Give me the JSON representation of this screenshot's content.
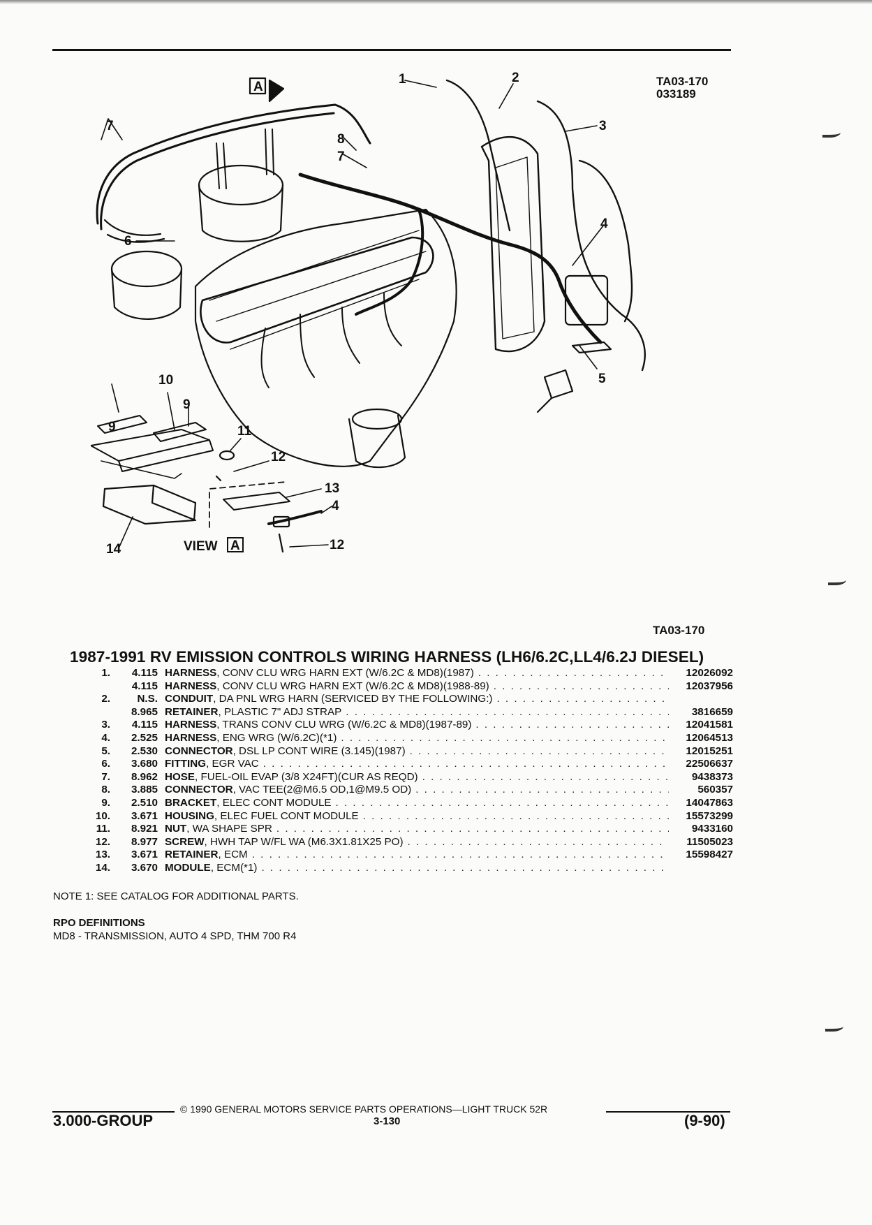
{
  "figure": {
    "ref_code": "TA03-170",
    "ref_date": "033189",
    "bottom_ref": "TA03-170",
    "view_label": "VIEW",
    "view_letter": "A",
    "arrow_letter": "A"
  },
  "callouts": [
    "1",
    "2",
    "3",
    "4",
    "5",
    "6",
    "7",
    "7",
    "8",
    "9",
    "9",
    "10",
    "11",
    "12",
    "12",
    "13",
    "4",
    "14"
  ],
  "title": "1987-1991 RV EMISSION CONTROLS WIRING HARNESS (LH6/6.2C,LL4/6.2J DIESEL)",
  "parts": [
    {
      "no": "1.",
      "group": "4.115",
      "name": "HARNESS",
      "desc": ", CONV CLU WRG HARN EXT (W/6.2C & MD8)(1987)",
      "pn": "12026092"
    },
    {
      "no": "",
      "group": "4.115",
      "name": "HARNESS",
      "desc": ", CONV CLU WRG HARN EXT (W/6.2C & MD8)(1988-89)",
      "pn": "12037956"
    },
    {
      "no": "2.",
      "group": "N.S.",
      "name": "CONDUIT",
      "desc": ", DA PNL WRG HARN (SERVICED BY THE FOLLOWING:)",
      "pn": ""
    },
    {
      "no": "",
      "group": "8.965",
      "name": "RETAINER",
      "desc": ", PLASTIC 7\" ADJ STRAP",
      "pn": "3816659"
    },
    {
      "no": "3.",
      "group": "4.115",
      "name": "HARNESS",
      "desc": ", TRANS CONV CLU WRG (W/6.2C & MD8)(1987-89)",
      "pn": "12041581"
    },
    {
      "no": "4.",
      "group": "2.525",
      "name": "HARNESS",
      "desc": ", ENG WRG (W/6.2C)(*1)",
      "pn": "12064513"
    },
    {
      "no": "5.",
      "group": "2.530",
      "name": "CONNECTOR",
      "desc": ", DSL LP CONT WIRE (3.145)(1987)",
      "pn": "12015251"
    },
    {
      "no": "6.",
      "group": "3.680",
      "name": "FITTING",
      "desc": ", EGR VAC",
      "pn": "22506637"
    },
    {
      "no": "7.",
      "group": "8.962",
      "name": "HOSE",
      "desc": ", FUEL-OIL EVAP (3/8 X24FT)(CUR AS REQD)",
      "pn": "9438373"
    },
    {
      "no": "8.",
      "group": "3.885",
      "name": "CONNECTOR",
      "desc": ", VAC TEE(2@M6.5 OD,1@M9.5 OD)",
      "pn": "560357"
    },
    {
      "no": "9.",
      "group": "2.510",
      "name": "BRACKET",
      "desc": ", ELEC CONT MODULE",
      "pn": "14047863"
    },
    {
      "no": "10.",
      "group": "3.671",
      "name": "HOUSING",
      "desc": ", ELEC FUEL CONT MODULE",
      "pn": "15573299"
    },
    {
      "no": "11.",
      "group": "8.921",
      "name": "NUT",
      "desc": ", WA SHAPE SPR",
      "pn": "9433160"
    },
    {
      "no": "12.",
      "group": "8.977",
      "name": "SCREW",
      "desc": ", HWH TAP W/FL WA (M6.3X1.81X25 PO)",
      "pn": "11505023"
    },
    {
      "no": "13.",
      "group": "3.671",
      "name": "RETAINER",
      "desc": ", ECM",
      "pn": "15598427"
    },
    {
      "no": "14.",
      "group": "3.670",
      "name": "MODULE",
      "desc": ", ECM(*1)",
      "pn": ""
    }
  ],
  "note": "NOTE  1:  SEE CATALOG FOR ADDITIONAL PARTS.",
  "rpo": {
    "heading": "RPO DEFINITIONS",
    "definition": "MD8 - TRANSMISSION, AUTO 4 SPD, THM 700 R4"
  },
  "footer": {
    "copyright": "© 1990 GENERAL MOTORS SERVICE PARTS OPERATIONS—LIGHT TRUCK 52R",
    "group": "3.000-GROUP",
    "page": "3-130",
    "date": "(9-90)"
  }
}
